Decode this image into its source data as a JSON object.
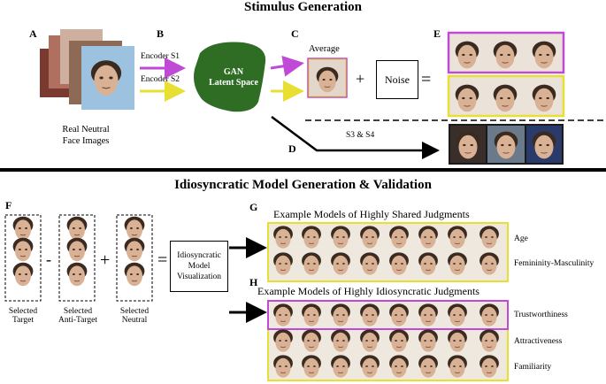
{
  "titles": {
    "top": "Stimulus Generation",
    "bottom": "Idiosyncratic Model Generation & Validation"
  },
  "panels": {
    "A": "A",
    "B": "B",
    "C": "C",
    "D": "D",
    "E": "E",
    "F": "F",
    "G": "G",
    "H": "H"
  },
  "stimulus": {
    "real_label": "Real  Neutral",
    "real_label2": "Face Images",
    "encoder_s1": "Encoder S1",
    "encoder_s2": "Encoder S2",
    "gan_line1": "GAN",
    "gan_line2": "Latent Space",
    "average": "Average",
    "plus": "+",
    "noise": "Noise",
    "equals": "=",
    "s3s4": "S3 & S4"
  },
  "model": {
    "selected_target": "Selected\nTarget",
    "selected_anti": "Selected\nAnti-Target",
    "selected_neutral": "Selected\nNeutral",
    "minus": "-",
    "plus": "+",
    "equals": "=",
    "visualization": "Idiosyncratic\nModel\nVisualization",
    "shared_title": "Example Models of Highly Shared Judgments",
    "idio_title": "Example Models of Highly Idiosyncratic Judgments",
    "age": "Age",
    "fem": "Femininity-Masculinity",
    "trust": "Trustworthiness",
    "attract": "Attractiveness",
    "familiar": "Familiarity"
  },
  "colors": {
    "purple": "#c04ad6",
    "yellow": "#e7e033",
    "gan": "#2f6d25",
    "accent_box": "#e8d84a"
  }
}
